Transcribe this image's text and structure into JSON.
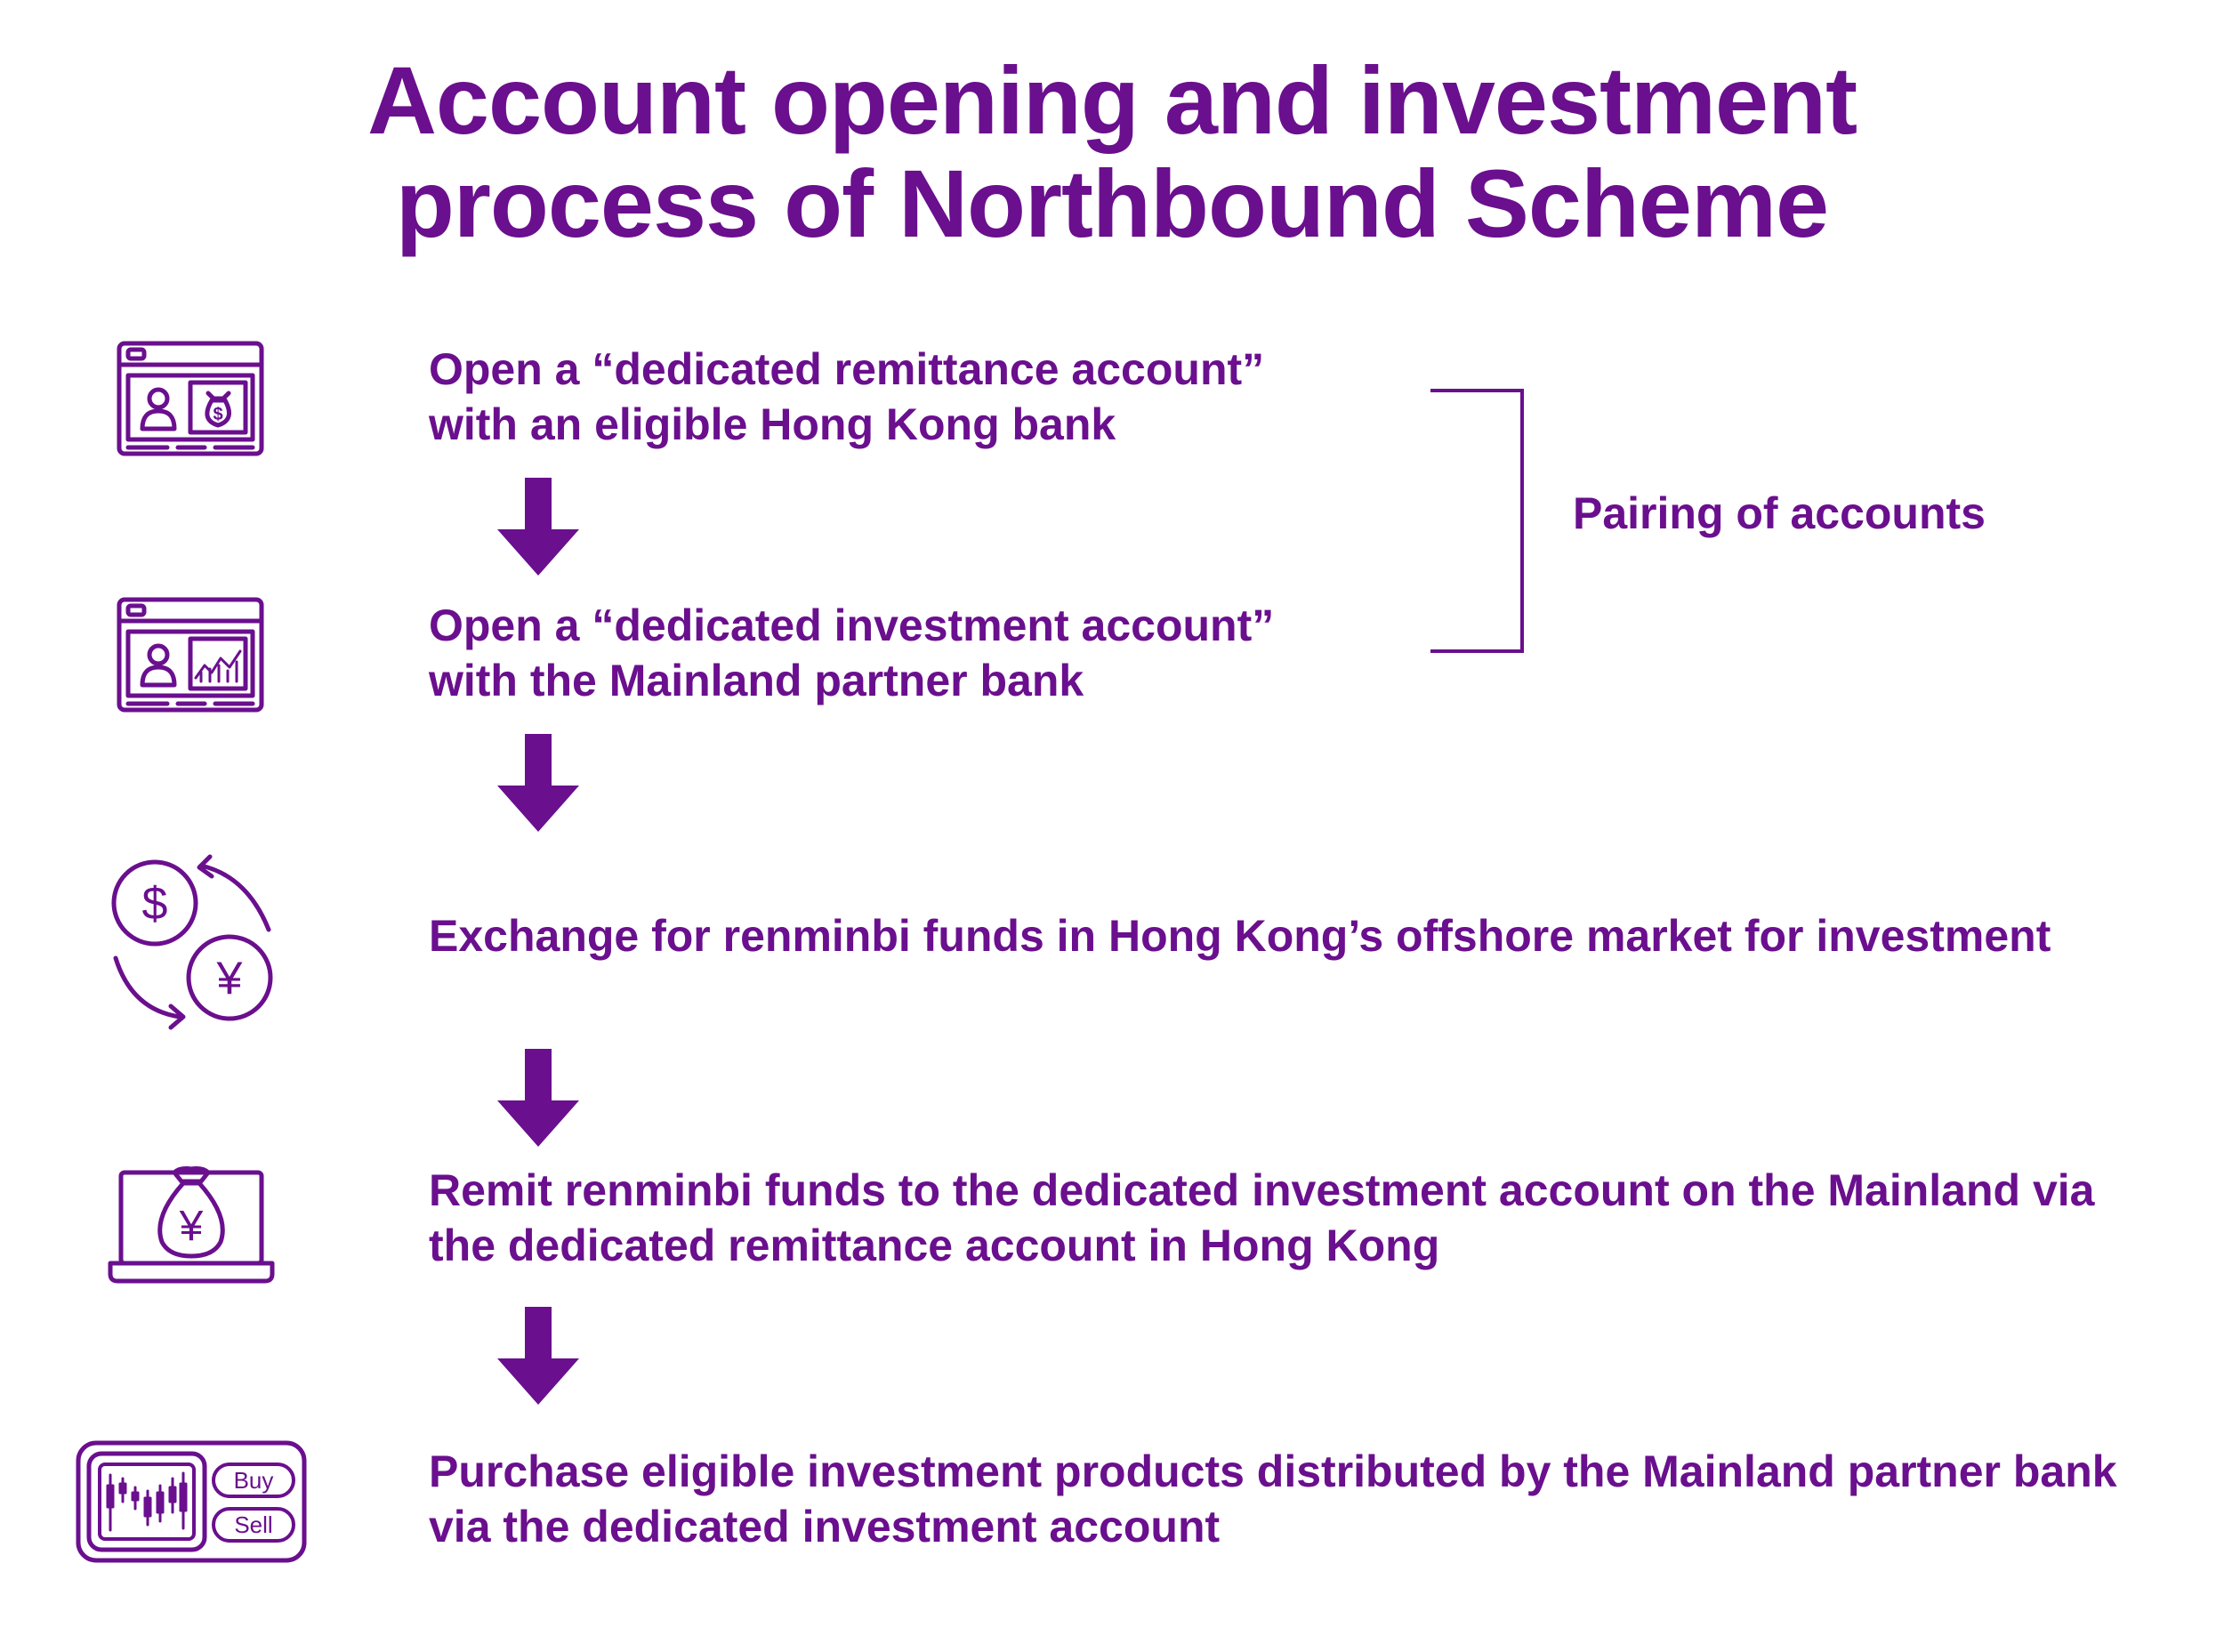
{
  "title": {
    "line1": "Account opening and investment",
    "line2": "process of Northbound Scheme"
  },
  "steps": [
    {
      "line1": "Open a “dedicated remittance account”",
      "line2": "with an eligible Hong Kong bank",
      "icon": "remittance-account-window-icon"
    },
    {
      "line1": "Open a “dedicated investment account”",
      "line2": "with the Mainland partner bank",
      "icon": "investment-account-window-icon"
    },
    {
      "line1": "Exchange for renminbi funds in Hong Kong’s offshore market for investment",
      "line2": "",
      "icon": "currency-exchange-icon"
    },
    {
      "line1": "Remit renminbi funds to the dedicated investment account on the Mainland via",
      "line2": "the dedicated remittance account in Hong Kong",
      "icon": "laptop-money-bag-icon"
    },
    {
      "line1": "Purchase eligible investment products distributed by the Mainland partner bank",
      "line2": "via the dedicated investment account",
      "icon": "trading-screen-icon"
    }
  ],
  "pairing_label": "Pairing of accounts",
  "icon_text": {
    "dollar": "$",
    "yuan": "¥",
    "buy": "Buy",
    "sell": "Sell"
  },
  "colors": {
    "accent": "#6a0f8e",
    "background": "#ffffff"
  }
}
